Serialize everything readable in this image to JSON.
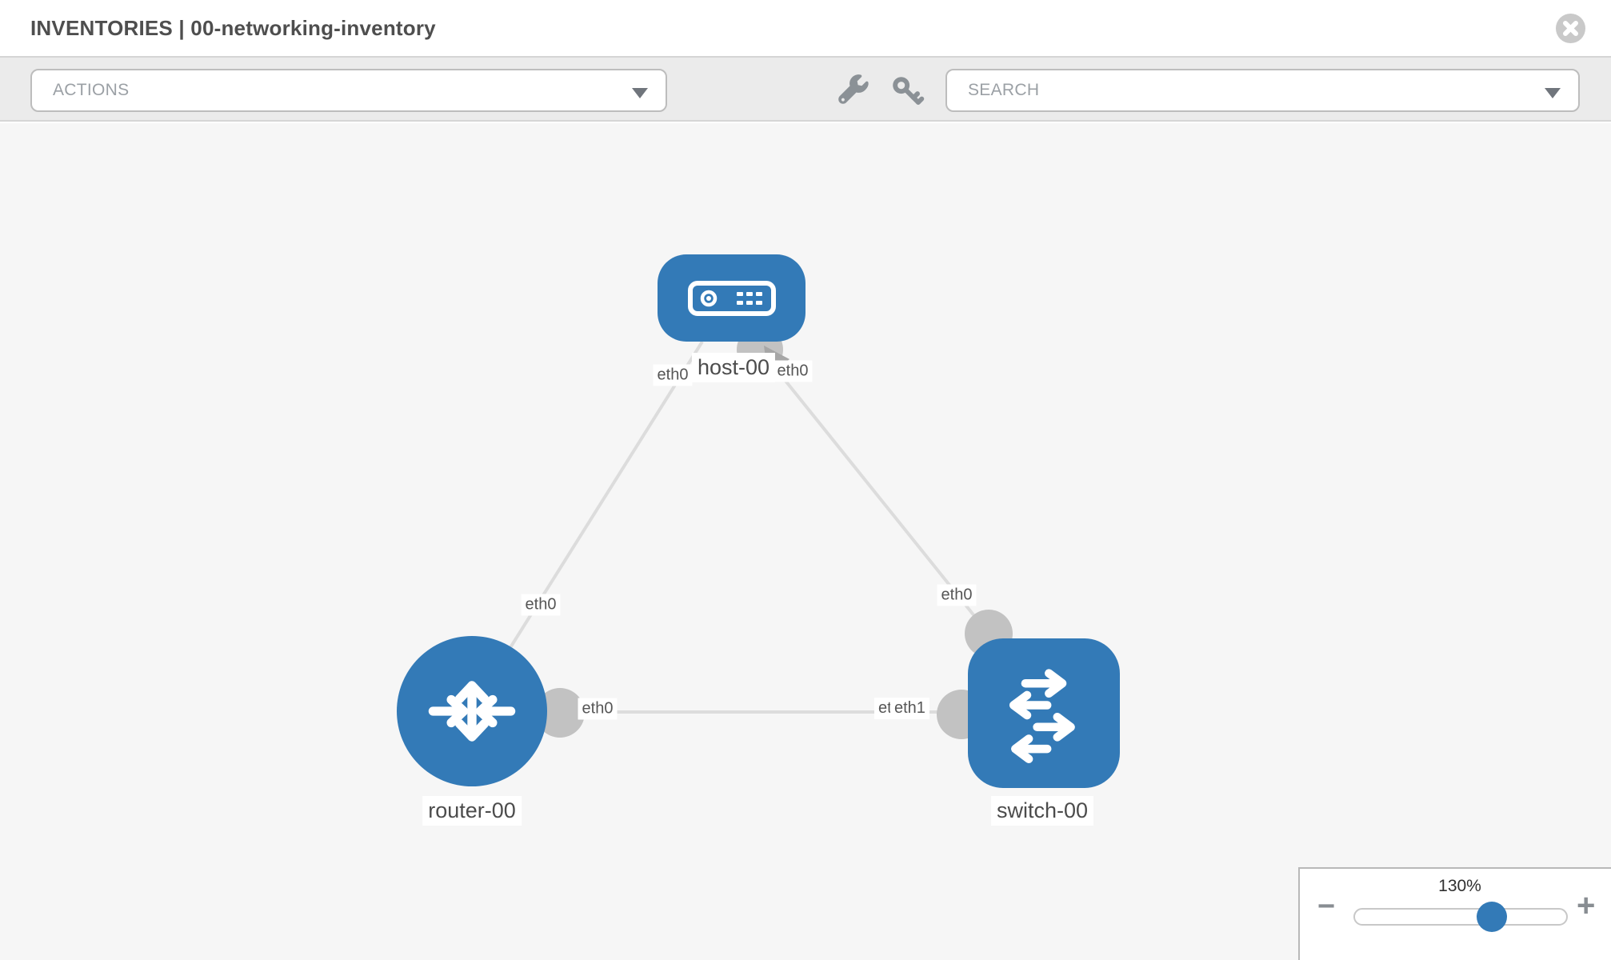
{
  "window": {
    "title": "INVENTORIES | 00-networking-inventory",
    "close_icon": "close-icon"
  },
  "toolbar": {
    "actions_dropdown": {
      "label": "ACTIONS",
      "chevron_icon": "chevron-down-icon"
    },
    "tool_buttons": [
      {
        "icon": "wrench-icon"
      },
      {
        "icon": "key-icon"
      }
    ],
    "search_dropdown": {
      "label": "SEARCH",
      "chevron_icon": "chevron-down-icon"
    }
  },
  "topology": {
    "nodes": [
      {
        "id": "host-00",
        "type": "host",
        "label": "host-00",
        "icon": "host-icon"
      },
      {
        "id": "router-00",
        "type": "router",
        "label": "router-00",
        "icon": "router-icon"
      },
      {
        "id": "switch-00",
        "type": "switch",
        "label": "switch-00",
        "icon": "switch-icon"
      }
    ],
    "links": [
      {
        "from": "router-00",
        "from_interface": "eth0",
        "to": "host-00",
        "to_interface": "eth0"
      },
      {
        "from": "switch-00",
        "from_interface": "eth0",
        "to": "host-00",
        "to_interface": "eth0"
      },
      {
        "from": "router-00",
        "from_interface": "eth0",
        "to": "switch-00",
        "to_interface": "eth1"
      }
    ]
  },
  "zoom_control": {
    "level": "130%",
    "minus_label": "−",
    "plus_label": "+"
  },
  "colors": {
    "node_blue": "#337ab7",
    "link_gray": "#dcdcdc",
    "connector_gray": "#c2c2c2",
    "arrowhead_gray": "#a6a6a6",
    "canvas_bg": "#f6f6f6",
    "toolbar_bg": "#ebebeb",
    "slider_thumb_blue": "#337ab7"
  }
}
